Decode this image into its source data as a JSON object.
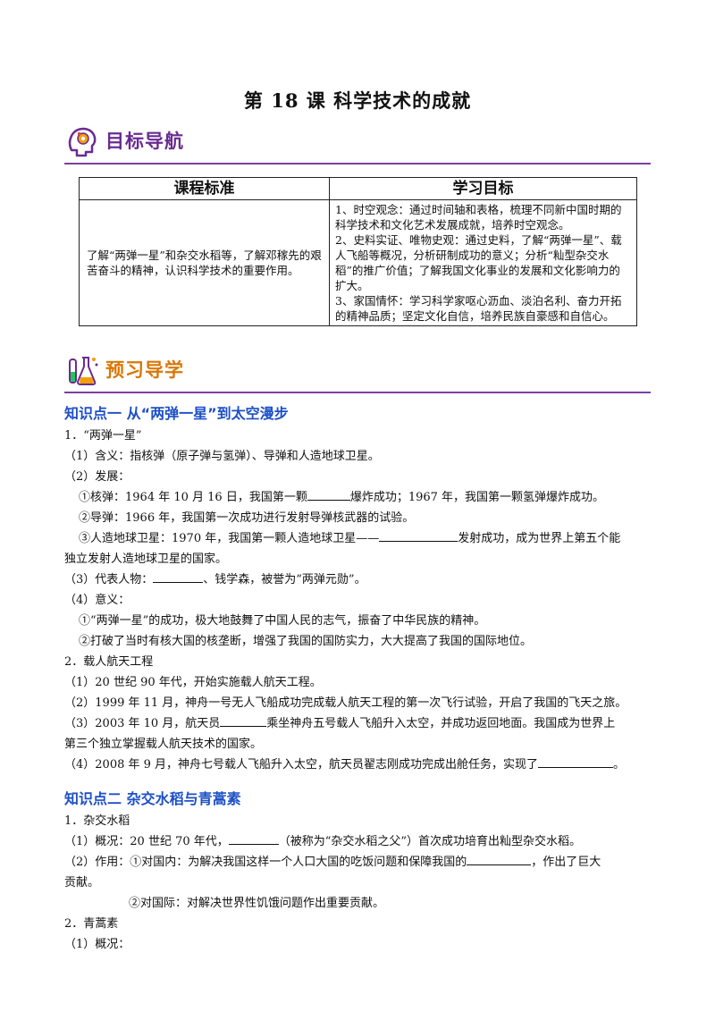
{
  "title": "第 18 课  科学技术的成就",
  "section_goal": {
    "label": "目标导航",
    "icon": "brain-gear-icon"
  },
  "table": {
    "header_left": "课程标准",
    "header_right": "学习目标",
    "standard": "了解“两弹一星”和杂交水稻等，了解邓稼先的艰苦奋斗的精神，认识科学技术的重要作用。",
    "targets": [
      "1、时空观念：通过时间轴和表格，梳理不同新中国时期的科学技术和文化艺术发展成就，培养时空观念。",
      "2、史料实证、唯物史观：通过史料，了解“两弹一星”、载人飞船等概况，分析研制成功的意义；分析“籼型杂交水稻”的推广价值；了解我国文化事业的发展和文化影响力的扩大。",
      "3、家国情怀：学习科学家呕心沥血、淡泊名利、奋力开拓的精神品质；坚定文化自信，培养民族自豪感和自信心。"
    ]
  },
  "section_preview": {
    "label": "预习导学",
    "icon": "lab-flask-icon"
  },
  "kp1": {
    "heading": "知识点一    从“两弹一星”到太空漫步",
    "l1": "1．“两弹一星”",
    "l2": "（1）含义：指核弹（原子弹与氢弹）、导弹和人造地球卫星。",
    "l3": "（2）发展：",
    "l4a": "①核弹：1964 年 10 月 16 日，我国第一颗",
    "l4b": "爆炸成功；1967 年，我国第一颗氢弹爆炸成功。",
    "l5": "②导弹：1966 年，我国第一次成功进行发射导弹核武器的试验。",
    "l6a": "③人造地球卫星：1970 年，我国第一颗人造地球卫星——",
    "l6b": "发射成功，成为世界上第五个能",
    "l7": "独立发射人造地球卫星的国家。",
    "l8a": "（3）代表人物：",
    "l8b": "、钱学森，被誉为“两弹元勋”。",
    "l9": "（4）意义：",
    "l10": "①“两弹一星”的成功，极大地鼓舞了中国人民的志气，振奋了中华民族的精神。",
    "l11": "②打破了当时有核大国的核垄断，增强了我国的国防实力，大大提高了我国的国际地位。",
    "l12": "2．载人航天工程",
    "l13": "（1）20 世纪 90 年代，开始实施载人航天工程。",
    "l14": "（2）1999 年 11 月，神舟一号无人飞船成功完成载人航天工程的第一次飞行试验，开启了我国的飞天之旅。",
    "l15a": "（3）2003 年 10 月，航天员",
    "l15b": "乘坐神舟五号载人飞船升入太空，并成功返回地面。我国成为世界上",
    "l16": "第三个独立掌握载人航天技术的国家。",
    "l17a": "（4）2008 年 9 月，神舟七号载人飞船升入太空，航天员翟志刚成功完成出舱任务，实现了",
    "l17b": "。"
  },
  "kp2": {
    "heading": "知识点二    杂交水稻与青蒿素",
    "l1": "1．杂交水稻",
    "l2a": "（1）概况：20 世纪 70 年代，",
    "l2b": "（被称为“杂交水稻之父”）首次成功培育出籼型杂交水稻。",
    "l3a": "（2）作用：①对国内：为解决我国这样一个人口大国的吃饭问题和保障我国的",
    "l3b": "，作出了巨大",
    "l4": "贡献。",
    "l5": "②对国际：对解决世界性饥饿问题作出重要贡献。",
    "l6": "2．青蒿素",
    "l7": "（1）概况："
  }
}
